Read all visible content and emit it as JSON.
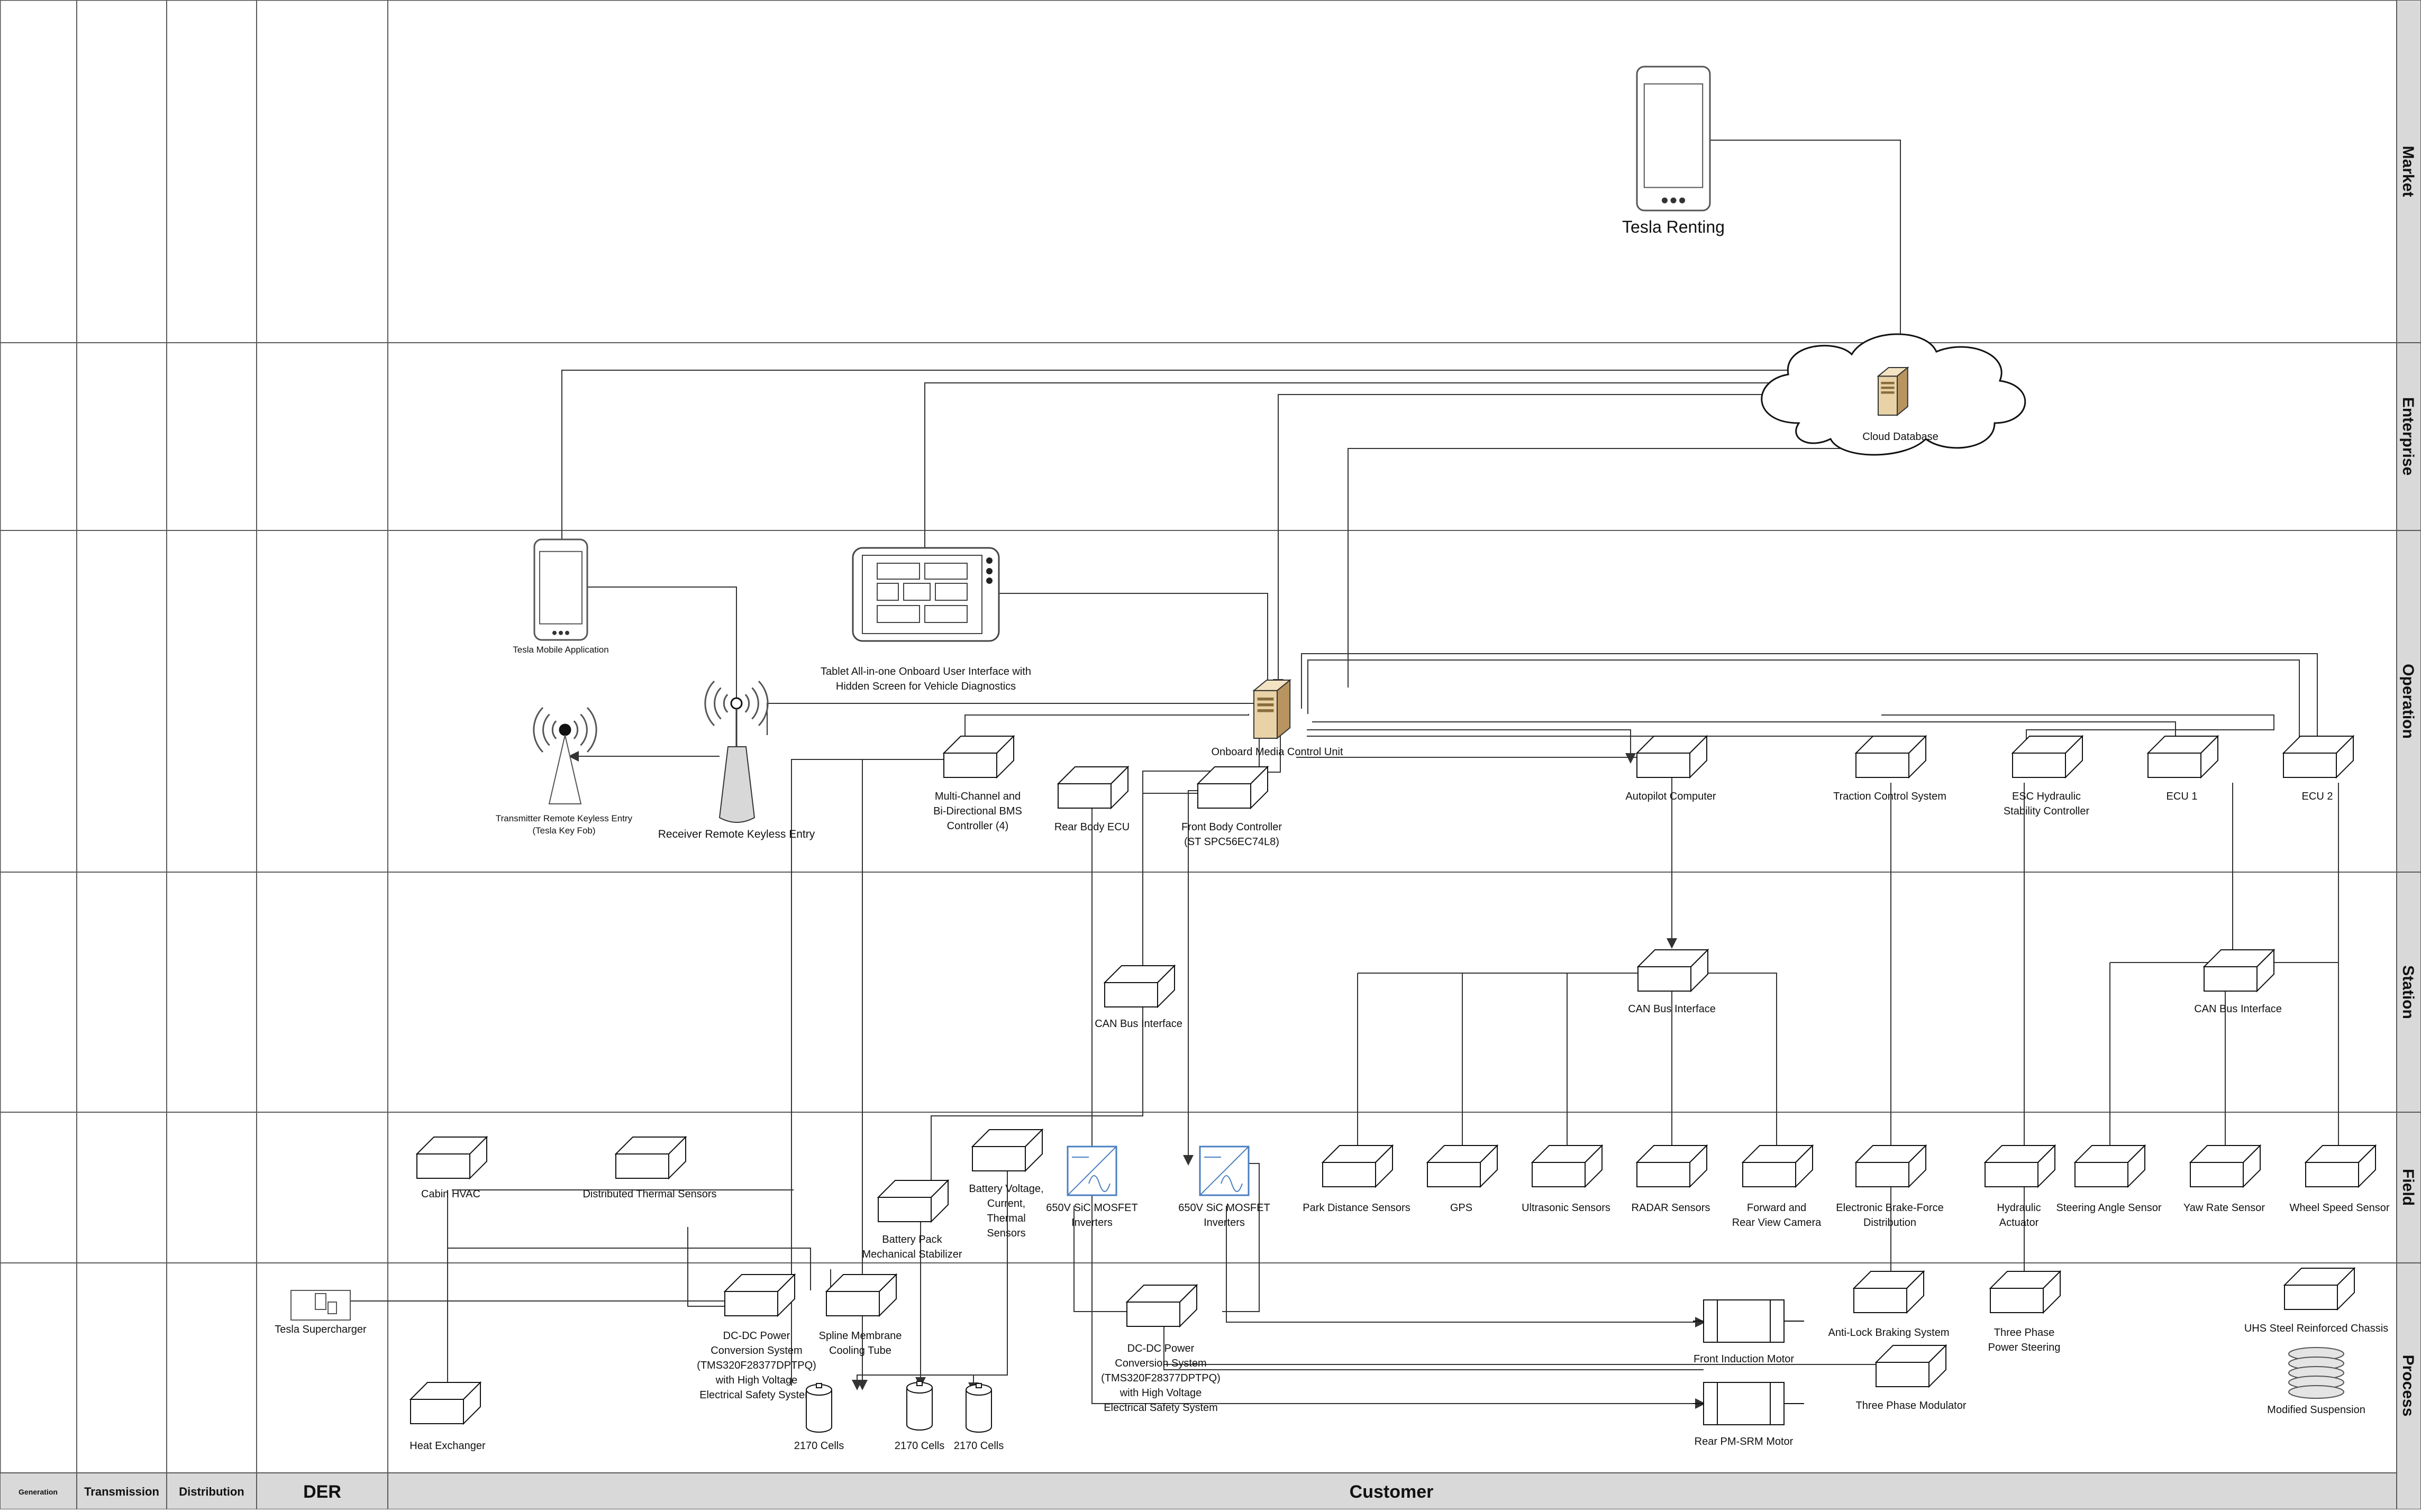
{
  "zones": {
    "market": "Market",
    "enterprise": "Enterprise",
    "operation": "Operation",
    "station": "Station",
    "field": "Field",
    "process": "Process"
  },
  "domains": {
    "generation": "Generation",
    "transmission": "Transmission",
    "distribution": "Distribution",
    "der": "DER",
    "customer": "Customer"
  },
  "components": {
    "tesla_renting": "Tesla Renting",
    "cloud_database": "Cloud Database",
    "tesla_mobile_app": "Tesla Mobile Application",
    "tablet_ui": [
      "Tablet All-in-one Onboard User Interface with",
      "Hidden Screen for Vehicle Diagnostics"
    ],
    "media_control_unit": "Onboard Media Control Unit",
    "transmitter_keyless": [
      "Transmitter Remote Keyless Entry",
      "(Tesla Key Fob)"
    ],
    "receiver_keyless": "Receiver Remote Keyless Entry",
    "bms_controller": [
      "Multi-Channel and",
      "Bi-Directional BMS",
      "Controller (4)"
    ],
    "rear_body_ecu": "Rear Body ECU",
    "front_body_controller": [
      "Front Body Controller",
      "(ST SPC56EC74L8)"
    ],
    "autopilot_computer": "Autopilot Computer",
    "traction_control": "Traction Control System",
    "esc_hydraulic": [
      "ESC Hydraulic",
      "Stability Controller"
    ],
    "ecu1": "ECU 1",
    "ecu2": "ECU 2",
    "can_bus_1": "CAN Bus Interface",
    "can_bus_2": "CAN Bus Interface",
    "can_bus_3": "CAN Bus Interface",
    "cabin_hvac": "Cabin HVAC",
    "distributed_thermal": "Distributed Thermal Sensors",
    "battery_stabilizer": [
      "Battery Pack",
      "Mechanical Stabilizer"
    ],
    "battery_sensors": [
      "Battery Voltage,",
      "Current,",
      "Thermal",
      "Sensors"
    ],
    "inverter_1": [
      "650V SiC MOSFET",
      "Inverters"
    ],
    "inverter_2": [
      "650V SiC MOSFET",
      "Inverters"
    ],
    "park_distance": "Park Distance Sensors",
    "gps": "GPS",
    "ultrasonic": "Ultrasonic Sensors",
    "radar": "RADAR Sensors",
    "camera": [
      "Forward and",
      "Rear View Camera"
    ],
    "brake_force": [
      "Electronic Brake-Force",
      "Distribution"
    ],
    "hydraulic_actuator": [
      "Hydraulic",
      "Actuator"
    ],
    "steering_angle": "Steering Angle Sensor",
    "yaw_rate": "Yaw Rate Sensor",
    "wheel_speed": "Wheel Speed Sensor",
    "supercharger": "Tesla Supercharger",
    "heat_exchanger": "Heat Exchanger",
    "dcdc_1": [
      "DC-DC Power",
      "Conversion System",
      "(TMS320F28377DPTPQ)",
      "with High Voltage",
      "Electrical Safety System"
    ],
    "spline_tube": [
      "Spline Membrane",
      "Cooling Tube"
    ],
    "dcdc_2": [
      "DC-DC Power",
      "Conversion System",
      "(TMS320F28377DPTPQ)",
      "with High Voltage",
      "Electrical Safety System"
    ],
    "cells_1": "2170 Cells",
    "cells_2": "2170 Cells",
    "cells_3": "2170 Cells",
    "front_motor": "Front Induction Motor",
    "rear_motor": "Rear PM-SRM Motor",
    "abs": "Anti-Lock Braking System",
    "three_phase_modulator": "Three Phase Modulator",
    "power_steering": [
      "Three Phase",
      "Power Steering"
    ],
    "chassis": "UHS Steel Reinforced Chassis",
    "suspension": "Modified Suspension"
  },
  "colors": {
    "grid_line": "#5a5a5a",
    "sidebar_fill": "#d9d9d9",
    "bottom_fill": "#d9d9d9",
    "box_stroke": "#111111",
    "connector": "#333333",
    "label_accent": "#6b2020",
    "inverter_blue": "#4a7fc0",
    "server_tan": "#c8a874"
  }
}
